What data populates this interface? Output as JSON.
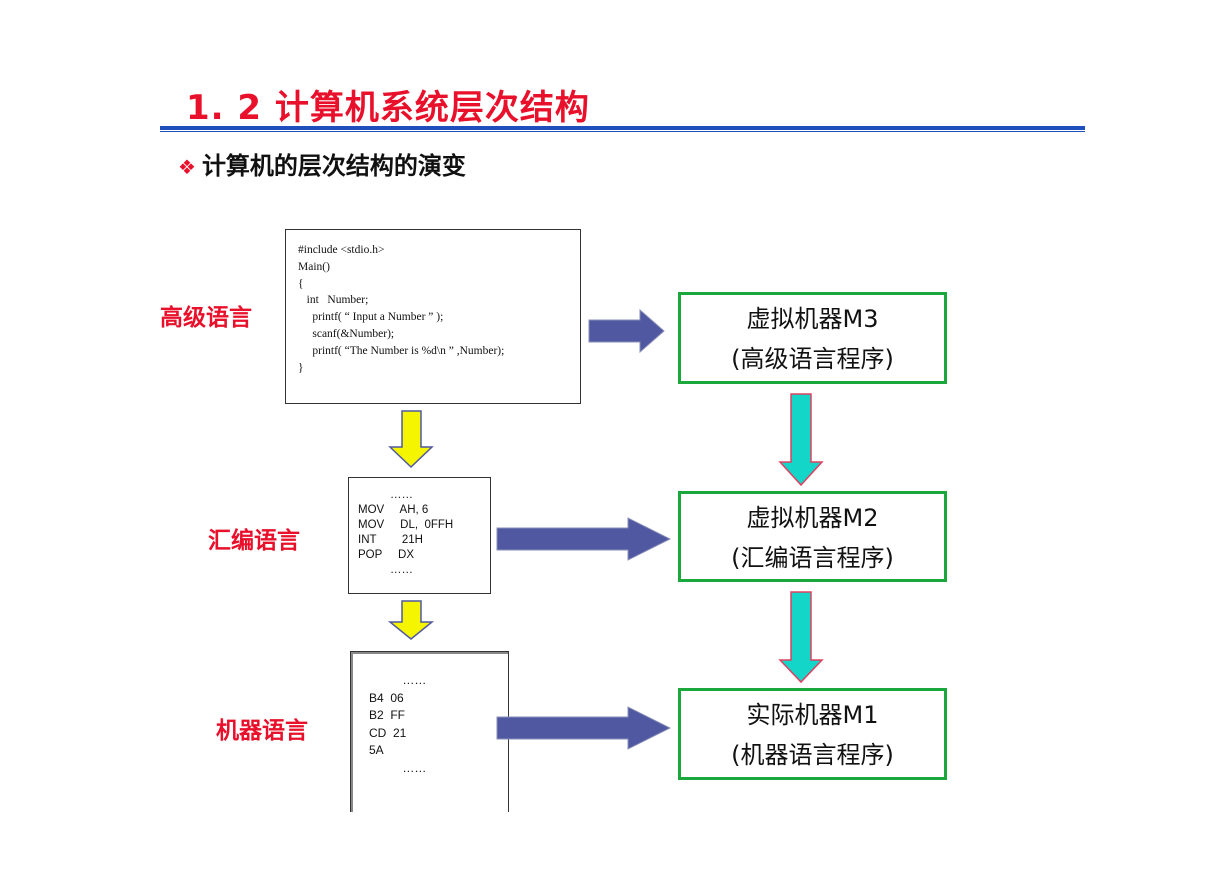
{
  "title": "1. 2  计算机系统层次结构",
  "subtitle": {
    "bullet": "❖",
    "text": "计算机的层次结构的演变"
  },
  "levels": [
    {
      "label": "高级语言"
    },
    {
      "label": "汇编语言"
    },
    {
      "label": "机器语言"
    }
  ],
  "c_code": [
    "#include <stdio.h>",
    "Main()",
    "{",
    "   int   Number;",
    "",
    "     printf( “ Input a Number ” );",
    "     scanf(&Number);",
    "     printf( “The Number is %d\\n ” ,Number);",
    "}"
  ],
  "asm_code": [
    "          ……",
    "MOV     AH, 6",
    "MOV     DL,  0FFH",
    "INT        21H",
    "POP     DX",
    "          ……"
  ],
  "machine_code": [
    "          ……",
    "B4  06",
    "B2  FF",
    "CD  21",
    "5A",
    "          ……"
  ],
  "machines": [
    {
      "name": "虚拟机器M3",
      "desc": "(高级语言程序)"
    },
    {
      "name": "虚拟机器M2",
      "desc": "(汇编语言程序)"
    },
    {
      "name": "实际机器M1",
      "desc": "(机器语言程序)"
    }
  ],
  "colors": {
    "title": "#e8102a",
    "rule": "#1f4fbf",
    "green_border": "#1aa83c",
    "blue_arrow": "#4f58a0",
    "yellow_arrow": "#f5f500",
    "cyan_arrow": "#13d6c8"
  }
}
